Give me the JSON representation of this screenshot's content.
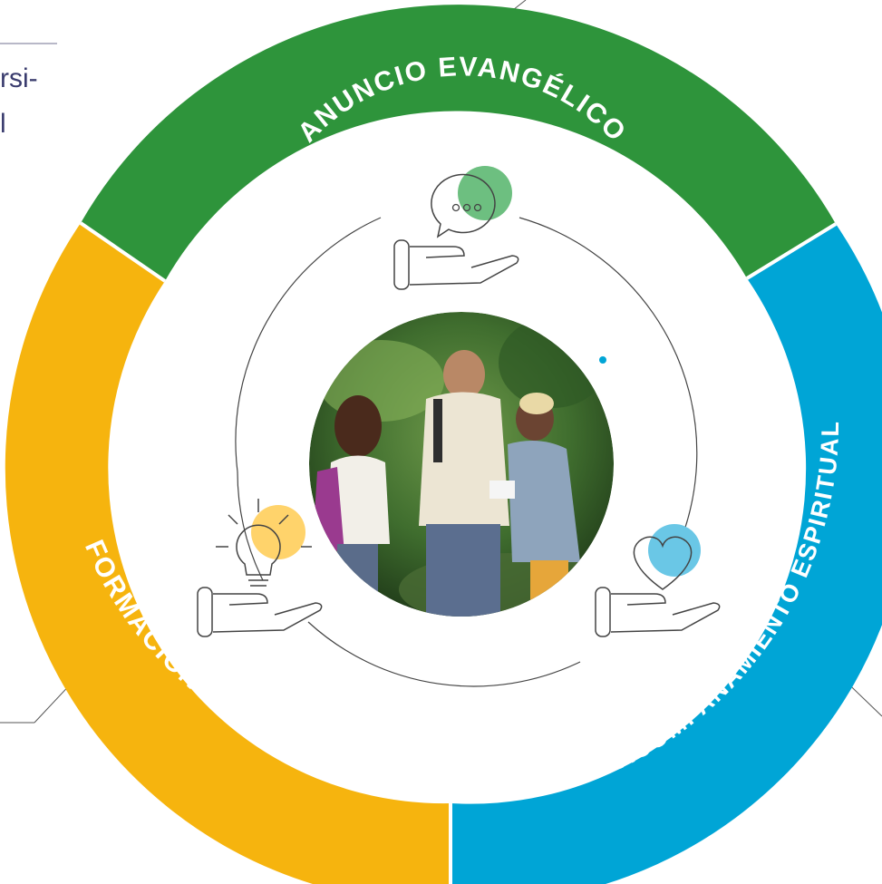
{
  "segments": {
    "top": {
      "label": "ANUNCIO EVANGÉLICO",
      "color": "#2e943b",
      "icon": "speech-bubble-icon",
      "icon_accent": "#6dbf80"
    },
    "left": {
      "label": "FORMACIÓN",
      "color": "#f6b40e",
      "icon": "lightbulb-icon",
      "icon_accent": "#ffd36b"
    },
    "right": {
      "label": "ACOMPAÑAMIENTO ESPIRITUAL",
      "color": "#00a5d6",
      "icon": "heart-icon",
      "icon_accent": "#6ac7e6"
    }
  },
  "side_text": {
    "line1": "rsi-",
    "line2": "l"
  },
  "center_photo": {
    "subject": "three young people talking outdoors among green plants"
  },
  "colors": {
    "text": "#3a3c6e",
    "lines": "#555555",
    "accent_dot": "#00a5d6"
  }
}
